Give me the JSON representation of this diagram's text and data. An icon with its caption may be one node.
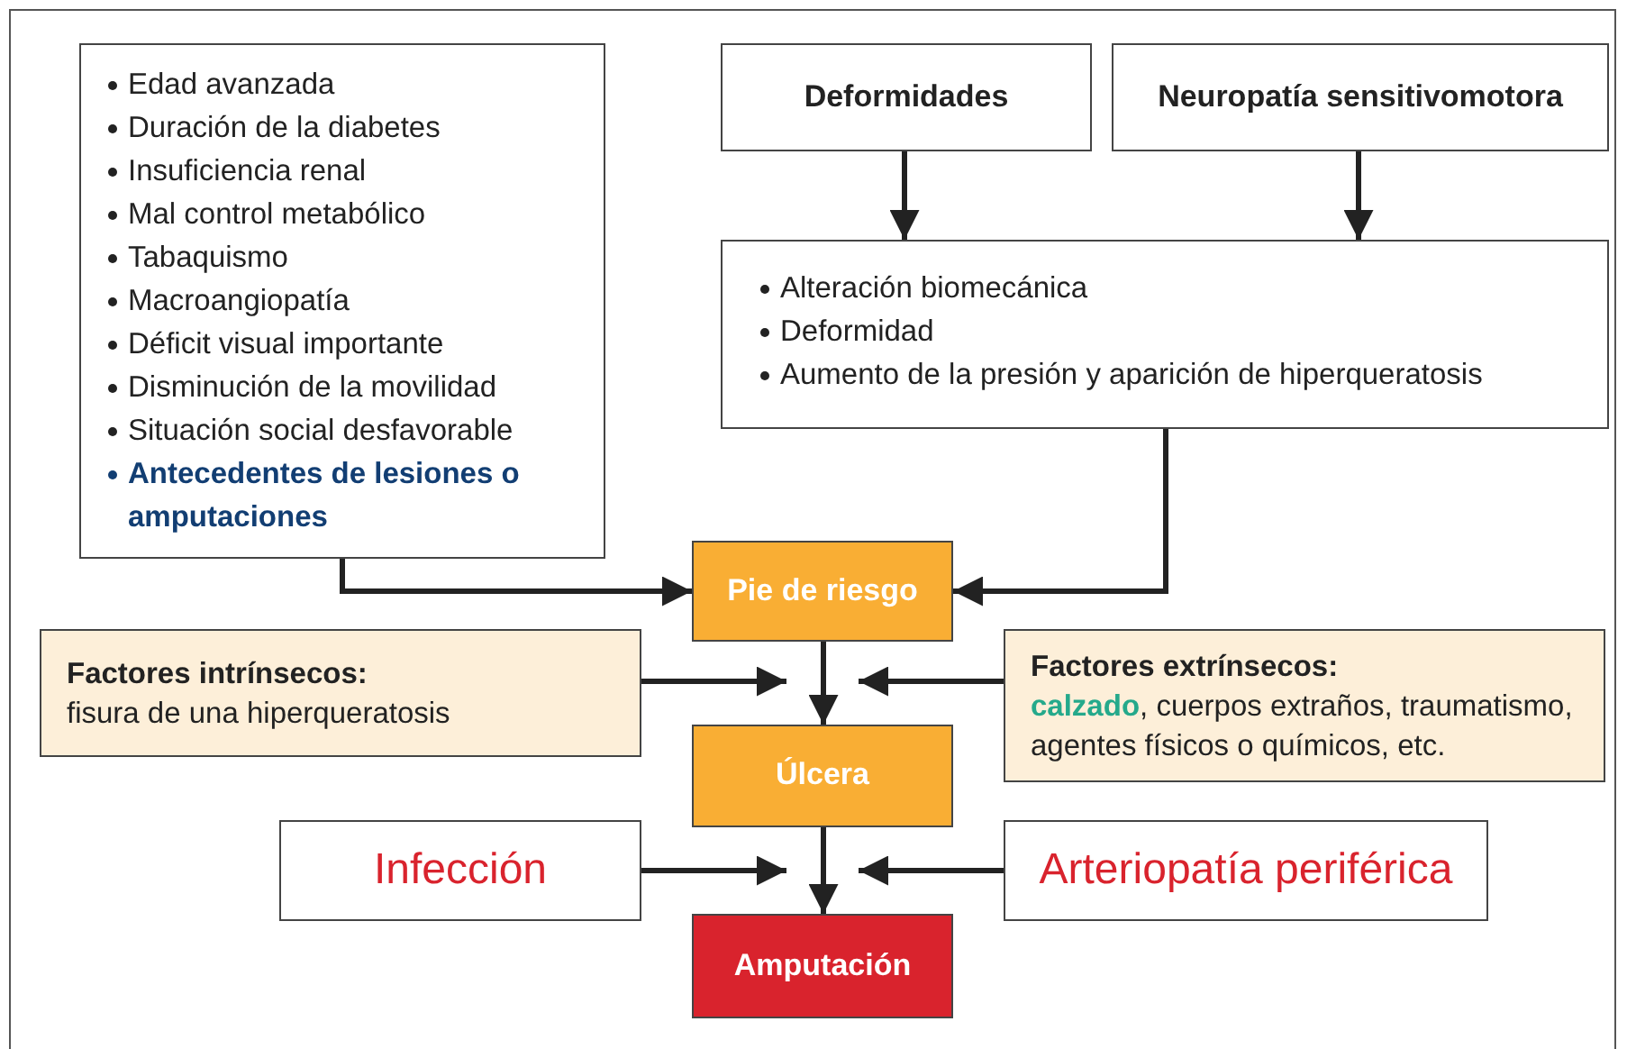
{
  "diagram": {
    "nodes": [
      {
        "text": [
          "Edad avanzada",
          "Duración de la diabetes",
          "Insuficiencia renal",
          "Mal control metabólico",
          "Tabaquismo",
          "Macroangiopatía",
          "Déficit visual importante",
          "Disminución de la movilidad",
          "Situación social desfavorable",
          "Antecedentes de lesiones o amputaciones"
        ]
      },
      {
        "text": [
          "Deformidades"
        ]
      },
      {
        "text": [
          "Neuropatía sensitivomotora"
        ]
      },
      {
        "text": [
          "Alteración biomecánica",
          "Deformidad",
          "Aumento de la presión y aparición de hiperqueratosis"
        ]
      },
      {
        "text": [
          "Pie de riesgo"
        ]
      },
      {
        "text": [
          "Factores intrínsecos:",
          "fisura de una hiperqueratosis"
        ]
      },
      {
        "text": [
          "Úlcera"
        ]
      },
      {
        "text": [
          "Factores extrínsecos:",
          "**calzado**, cuerpos extraños, traumatismo, agentes físicos o químicos, etc."
        ]
      },
      {
        "text": [
          "Infección"
        ]
      },
      {
        "text": [
          "Arteriopatía periférica"
        ]
      },
      {
        "text": [
          "Amputación"
        ]
      }
    ],
    "edges": [
      {
        "from": 1,
        "to": 3,
        "arrow": "to"
      },
      {
        "from": 2,
        "to": 3,
        "arrow": "to"
      },
      {
        "from": 0,
        "to": 4,
        "arrow": "to"
      },
      {
        "from": 3,
        "to": 4,
        "arrow": "to"
      },
      {
        "from": 4,
        "to": 6,
        "arrow": "to"
      },
      {
        "from": 5,
        "to": 6,
        "arrow": "to"
      },
      {
        "from": 7,
        "to": 6,
        "arrow": "to"
      },
      {
        "from": 6,
        "to": 10,
        "arrow": "to"
      },
      {
        "from": 8,
        "to": 10,
        "arrow": "to"
      },
      {
        "from": 9,
        "to": 10,
        "arrow": "to"
      }
    ]
  }
}
